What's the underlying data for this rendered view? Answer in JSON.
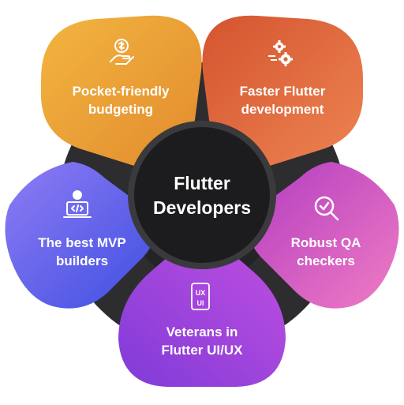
{
  "center": {
    "line1": "Flutter",
    "line2": "Developers"
  },
  "petals": [
    {
      "id": "pocket",
      "line1": "Pocket-friendly",
      "line2": "budgeting",
      "icon": "money-hand-icon",
      "color_from": "#f2b540",
      "color_to": "#e28a2d"
    },
    {
      "id": "faster",
      "line1": "Faster Flutter",
      "line2": "development",
      "icon": "gears-icon",
      "color_from": "#d4542f",
      "color_to": "#ee8552"
    },
    {
      "id": "qa",
      "line1": "Robust QA",
      "line2": "checkers",
      "icon": "search-check-icon",
      "color_from": "#b23cc2",
      "color_to": "#f07cc3"
    },
    {
      "id": "veterans",
      "line1": "Veterans in",
      "line2": "Flutter UI/UX",
      "icon": "ui-ux-icon",
      "color_from": "#7f3bd8",
      "color_to": "#c24fe0"
    },
    {
      "id": "mvp",
      "line1": "The best MVP",
      "line2": "builders",
      "icon": "developer-laptop-icon",
      "color_from": "#8f7cf5",
      "color_to": "#3e4fe0"
    }
  ],
  "colors": {
    "ring": "#2d2d2f",
    "hub": "#1c1c1e",
    "hub_border": "#3a3a3c"
  }
}
